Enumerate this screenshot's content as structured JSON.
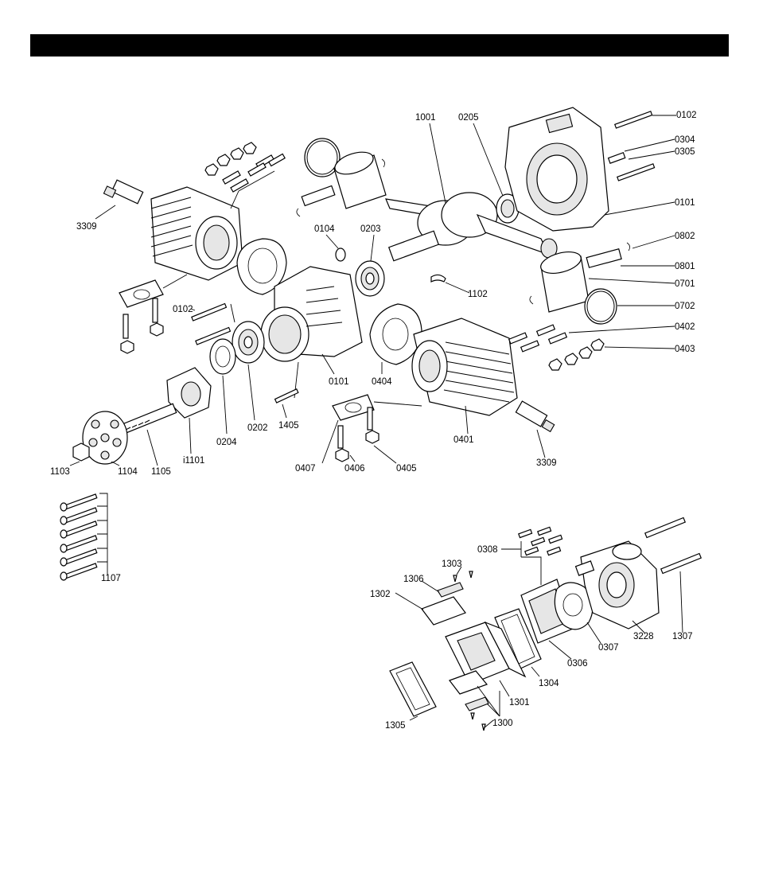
{
  "diagram": {
    "labels": [
      {
        "id": "l-3309a",
        "text": "3309"
      },
      {
        "id": "l-0102a",
        "text": "0102"
      },
      {
        "id": "l-0104",
        "text": "0104"
      },
      {
        "id": "l-0203",
        "text": "0203"
      },
      {
        "id": "l-1001",
        "text": "1001"
      },
      {
        "id": "l-0205",
        "text": "0205"
      },
      {
        "id": "l-0102b",
        "text": "0102"
      },
      {
        "id": "l-0304",
        "text": "0304"
      },
      {
        "id": "l-0305",
        "text": "0305"
      },
      {
        "id": "l-0101a",
        "text": "0101"
      },
      {
        "id": "l-0802",
        "text": "0802"
      },
      {
        "id": "l-0801",
        "text": "0801"
      },
      {
        "id": "l-0701",
        "text": "0701"
      },
      {
        "id": "l-1102",
        "text": "1102"
      },
      {
        "id": "l-0702",
        "text": "0702"
      },
      {
        "id": "l-0402",
        "text": "0402"
      },
      {
        "id": "l-0403",
        "text": "0403"
      },
      {
        "id": "l-0404",
        "text": "0404"
      },
      {
        "id": "l-0101b",
        "text": "0101"
      },
      {
        "id": "l-1405",
        "text": "1405"
      },
      {
        "id": "l-0202",
        "text": "0202"
      },
      {
        "id": "l-0204",
        "text": "0204"
      },
      {
        "id": "l-i1101",
        "text": "i1101"
      },
      {
        "id": "l-1105",
        "text": "1105"
      },
      {
        "id": "l-1104",
        "text": "1104"
      },
      {
        "id": "l-1103",
        "text": "1103"
      },
      {
        "id": "l-0401",
        "text": "0401"
      },
      {
        "id": "l-0407",
        "text": "0407"
      },
      {
        "id": "l-0406",
        "text": "0406"
      },
      {
        "id": "l-0405",
        "text": "0405"
      },
      {
        "id": "l-3309b",
        "text": "3309"
      },
      {
        "id": "l-1107",
        "text": "1107"
      },
      {
        "id": "l-0308",
        "text": "0308"
      },
      {
        "id": "l-1303",
        "text": "1303"
      },
      {
        "id": "l-1306",
        "text": "1306"
      },
      {
        "id": "l-1302",
        "text": "1302"
      },
      {
        "id": "l-3228",
        "text": "3228"
      },
      {
        "id": "l-1307",
        "text": "1307"
      },
      {
        "id": "l-0307",
        "text": "0307"
      },
      {
        "id": "l-0306",
        "text": "0306"
      },
      {
        "id": "l-1304",
        "text": "1304"
      },
      {
        "id": "l-1301",
        "text": "1301"
      },
      {
        "id": "l-1305",
        "text": "1305"
      },
      {
        "id": "l-1300",
        "text": "1300"
      }
    ]
  }
}
